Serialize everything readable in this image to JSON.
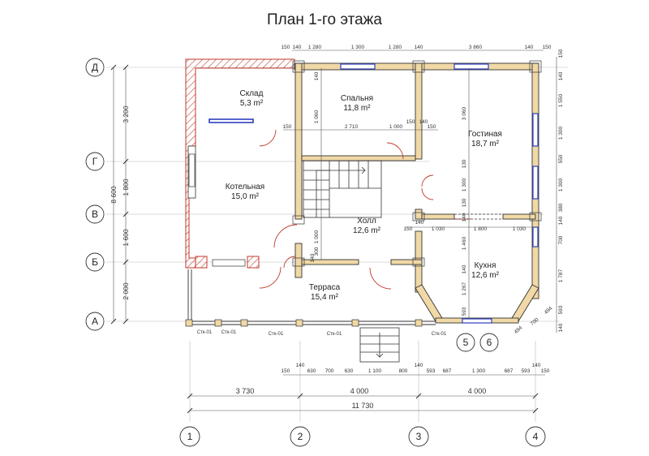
{
  "title": "План 1-го этажа",
  "rooms": {
    "sklad": {
      "name": "Склад",
      "area": "5,3 m²"
    },
    "spalnya": {
      "name": "Спальня",
      "area": "11,8 m²"
    },
    "gostinaya": {
      "name": "Гостиная",
      "area": "18,7 m²"
    },
    "kotelnaya": {
      "name": "Котельная",
      "area": "15,0 m²"
    },
    "holl": {
      "name": "Холл",
      "area": "12,6 m²"
    },
    "kuhnya": {
      "name": "Кухня",
      "area": "12,6 m²"
    },
    "terrasa": {
      "name": "Терраса",
      "area": "15,4 m²"
    }
  },
  "axes": {
    "letters": [
      "Д",
      "Г",
      "В",
      "Б",
      "А"
    ],
    "numbers": [
      "1",
      "2",
      "3",
      "4"
    ],
    "extra": [
      "5",
      "6"
    ]
  },
  "dims": {
    "left_segments": [
      "3 200",
      "1 800",
      "1 600",
      "2 000"
    ],
    "left_total": "8 600",
    "bottom_spans": [
      "3 730",
      "4 000",
      "4 000"
    ],
    "bottom_total": "11 730",
    "bottom_detail": [
      "150",
      "140",
      "630",
      "700",
      "630",
      "1 100",
      "800",
      "140",
      "593",
      "687",
      "1 300",
      "687",
      "593",
      "140",
      "150"
    ],
    "top_detail": [
      "150",
      "140",
      "1 280",
      "1 300",
      "1 280",
      "140",
      "3 860",
      "140",
      "150"
    ],
    "right_detail": [
      "150",
      "140",
      "1 550",
      "1 300",
      "550",
      "1 300",
      "380",
      "140",
      "700",
      "1 787",
      "593",
      "140"
    ],
    "inner_h1": [
      "150",
      "2 710",
      "1 000",
      "150",
      "140",
      "150"
    ],
    "inner_h2": [
      "150",
      "1 030",
      "1 800",
      "1 030",
      "140"
    ],
    "inner_v_left": [
      "140",
      "1 060",
      "1 000",
      "140",
      "300"
    ],
    "inner_v_mid": [
      "3 060",
      "130",
      "1 300",
      "130",
      "140",
      "1 460",
      "140",
      "1 267",
      "593"
    ],
    "bay": [
      "494",
      "700",
      "494"
    ]
  },
  "window_tag": "Стк-01",
  "colors": {
    "wall": "#f0d9a6",
    "hatch": "#c0392b",
    "window": "#2f3fbf",
    "line": "#333333"
  }
}
